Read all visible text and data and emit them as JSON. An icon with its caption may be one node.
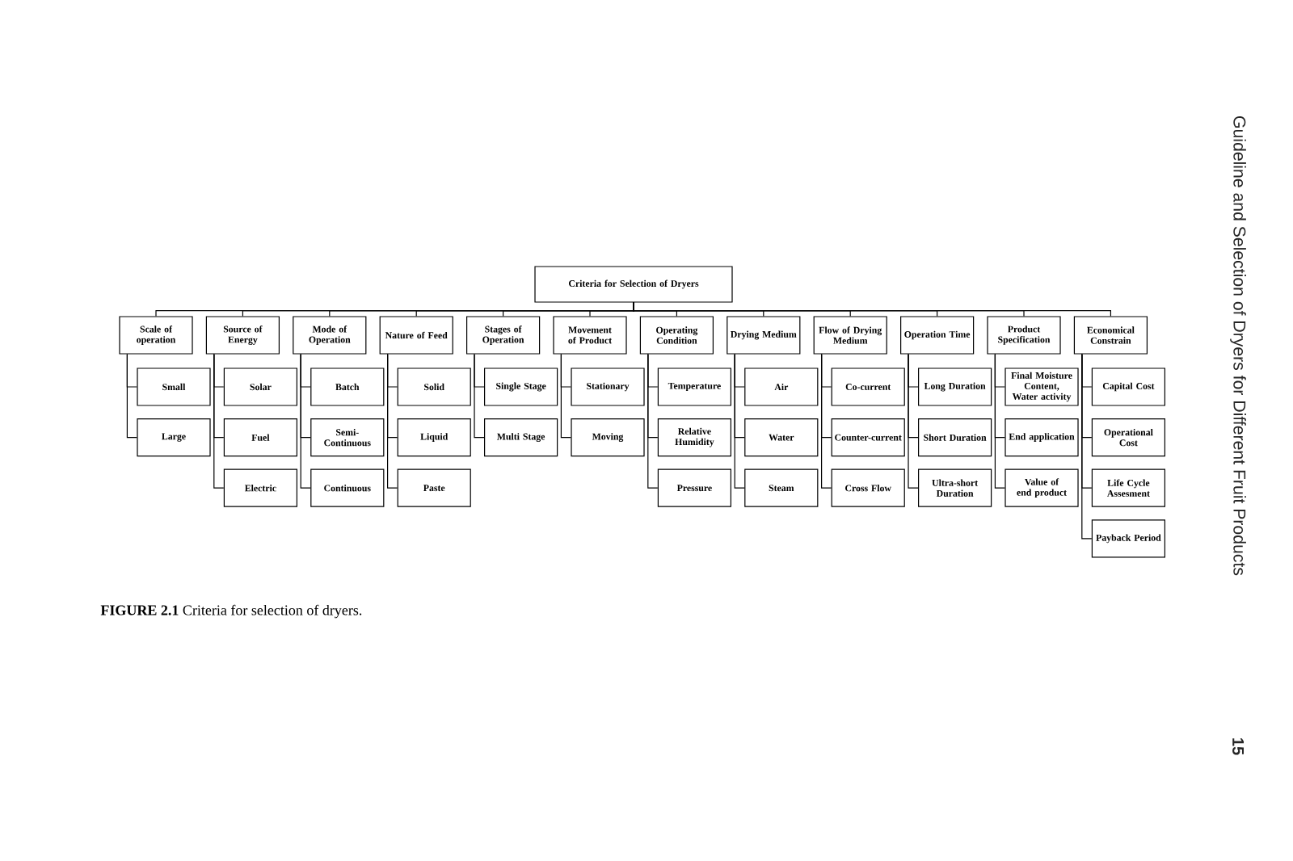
{
  "diagram": {
    "caption": "**FIGURE 2.1** Criteria for selection of dryers.",
    "nodes": [
      {
        "text": [
          "Criteria for Selection of Dryers"
        ]
      },
      {
        "text": [
          "Scale of operation"
        ]
      },
      {
        "text": [
          "Source of Energy"
        ]
      },
      {
        "text": [
          "Mode of Operation"
        ]
      },
      {
        "text": [
          "Nature of Feed"
        ]
      },
      {
        "text": [
          "Stages of Operation"
        ]
      },
      {
        "text": [
          "Movement of Product"
        ]
      },
      {
        "text": [
          "Operating Condition"
        ]
      },
      {
        "text": [
          "Drying Medium"
        ]
      },
      {
        "text": [
          "Flow of Drying Medium"
        ]
      },
      {
        "text": [
          "Operation Time"
        ]
      },
      {
        "text": [
          "Product Specification"
        ]
      },
      {
        "text": [
          "Economical Constrain"
        ]
      },
      {
        "text": [
          "Small"
        ]
      },
      {
        "text": [
          "Large"
        ]
      },
      {
        "text": [
          "Solar"
        ]
      },
      {
        "text": [
          "Fuel"
        ]
      },
      {
        "text": [
          "Electric"
        ]
      },
      {
        "text": [
          "Batch"
        ]
      },
      {
        "text": [
          "Semi-Continuous"
        ]
      },
      {
        "text": [
          "Continuous"
        ]
      },
      {
        "text": [
          "Solid"
        ]
      },
      {
        "text": [
          "Liquid"
        ]
      },
      {
        "text": [
          "Paste"
        ]
      },
      {
        "text": [
          "Single Stage"
        ]
      },
      {
        "text": [
          "Multi Stage"
        ]
      },
      {
        "text": [
          "Stationary"
        ]
      },
      {
        "text": [
          "Moving"
        ]
      },
      {
        "text": [
          "Temperature"
        ]
      },
      {
        "text": [
          "Relative Humidity"
        ]
      },
      {
        "text": [
          "Pressure"
        ]
      },
      {
        "text": [
          "Air"
        ]
      },
      {
        "text": [
          "Water"
        ]
      },
      {
        "text": [
          "Steam"
        ]
      },
      {
        "text": [
          "Co-current"
        ]
      },
      {
        "text": [
          "Counter-current"
        ]
      },
      {
        "text": [
          "Cross Flow"
        ]
      },
      {
        "text": [
          "Long Duration"
        ]
      },
      {
        "text": [
          "Short Duration"
        ]
      },
      {
        "text": [
          "Ultra-short Duration"
        ]
      },
      {
        "text": [
          "Final Moisture Content, Water activity"
        ]
      },
      {
        "text": [
          "End application"
        ]
      },
      {
        "text": [
          "Value of end product"
        ]
      },
      {
        "text": [
          "Capital Cost"
        ]
      },
      {
        "text": [
          "Operational Cost"
        ]
      },
      {
        "text": [
          "Life Cycle Assesment"
        ]
      },
      {
        "text": [
          "Payback Period"
        ]
      }
    ],
    "edges": [
      {
        "from": 0,
        "to": 1,
        "arrow": "none"
      },
      {
        "from": 0,
        "to": 2,
        "arrow": "none"
      },
      {
        "from": 0,
        "to": 3,
        "arrow": "none"
      },
      {
        "from": 0,
        "to": 4,
        "arrow": "none"
      },
      {
        "from": 0,
        "to": 5,
        "arrow": "none"
      },
      {
        "from": 0,
        "to": 6,
        "arrow": "none"
      },
      {
        "from": 0,
        "to": 7,
        "arrow": "none"
      },
      {
        "from": 0,
        "to": 8,
        "arrow": "none"
      },
      {
        "from": 0,
        "to": 9,
        "arrow": "none"
      },
      {
        "from": 0,
        "to": 10,
        "arrow": "none"
      },
      {
        "from": 0,
        "to": 11,
        "arrow": "none"
      },
      {
        "from": 0,
        "to": 12,
        "arrow": "none"
      },
      {
        "from": 1,
        "to": 13,
        "arrow": "none"
      },
      {
        "from": 1,
        "to": 14,
        "arrow": "none"
      },
      {
        "from": 2,
        "to": 15,
        "arrow": "none"
      },
      {
        "from": 2,
        "to": 16,
        "arrow": "none"
      },
      {
        "from": 2,
        "to": 17,
        "arrow": "none"
      },
      {
        "from": 3,
        "to": 18,
        "arrow": "none"
      },
      {
        "from": 3,
        "to": 19,
        "arrow": "none"
      },
      {
        "from": 3,
        "to": 20,
        "arrow": "none"
      },
      {
        "from": 4,
        "to": 21,
        "arrow": "none"
      },
      {
        "from": 4,
        "to": 22,
        "arrow": "none"
      },
      {
        "from": 4,
        "to": 23,
        "arrow": "none"
      },
      {
        "from": 5,
        "to": 24,
        "arrow": "none"
      },
      {
        "from": 5,
        "to": 25,
        "arrow": "none"
      },
      {
        "from": 6,
        "to": 26,
        "arrow": "none"
      },
      {
        "from": 6,
        "to": 27,
        "arrow": "none"
      },
      {
        "from": 7,
        "to": 28,
        "arrow": "none"
      },
      {
        "from": 7,
        "to": 29,
        "arrow": "none"
      },
      {
        "from": 7,
        "to": 30,
        "arrow": "none"
      },
      {
        "from": 8,
        "to": 31,
        "arrow": "none"
      },
      {
        "from": 8,
        "to": 32,
        "arrow": "none"
      },
      {
        "from": 8,
        "to": 33,
        "arrow": "none"
      },
      {
        "from": 9,
        "to": 34,
        "arrow": "none"
      },
      {
        "from": 9,
        "to": 35,
        "arrow": "none"
      },
      {
        "from": 9,
        "to": 36,
        "arrow": "none"
      },
      {
        "from": 10,
        "to": 37,
        "arrow": "none"
      },
      {
        "from": 10,
        "to": 38,
        "arrow": "none"
      },
      {
        "from": 10,
        "to": 39,
        "arrow": "none"
      },
      {
        "from": 11,
        "to": 40,
        "arrow": "none"
      },
      {
        "from": 11,
        "to": 41,
        "arrow": "none"
      },
      {
        "from": 11,
        "to": 42,
        "arrow": "none"
      },
      {
        "from": 12,
        "to": 43,
        "arrow": "none"
      },
      {
        "from": 12,
        "to": 44,
        "arrow": "none"
      },
      {
        "from": 12,
        "to": 45,
        "arrow": "none"
      },
      {
        "from": 12,
        "to": 46,
        "arrow": "none"
      }
    ],
    "labels": [
      "Guideline and Selection of Dryers for Different Fruit Products",
      "15"
    ]
  }
}
